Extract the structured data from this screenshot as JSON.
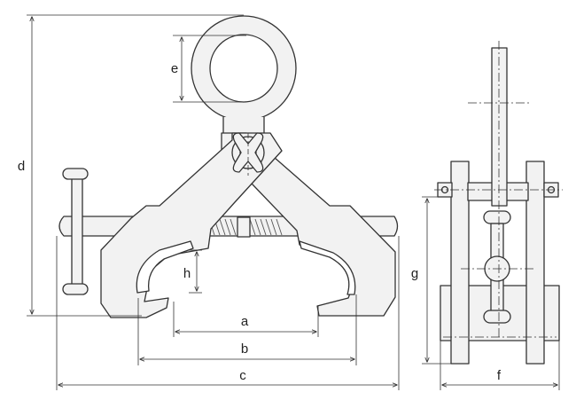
{
  "diagram": {
    "labels": {
      "a": "a",
      "b": "b",
      "c": "c",
      "d": "d",
      "e": "e",
      "f": "f",
      "g": "g",
      "h": "h"
    }
  },
  "colors": {
    "stroke": "#333333",
    "fill": "#f2f2f2",
    "thread": "#555555",
    "background": "#ffffff"
  }
}
